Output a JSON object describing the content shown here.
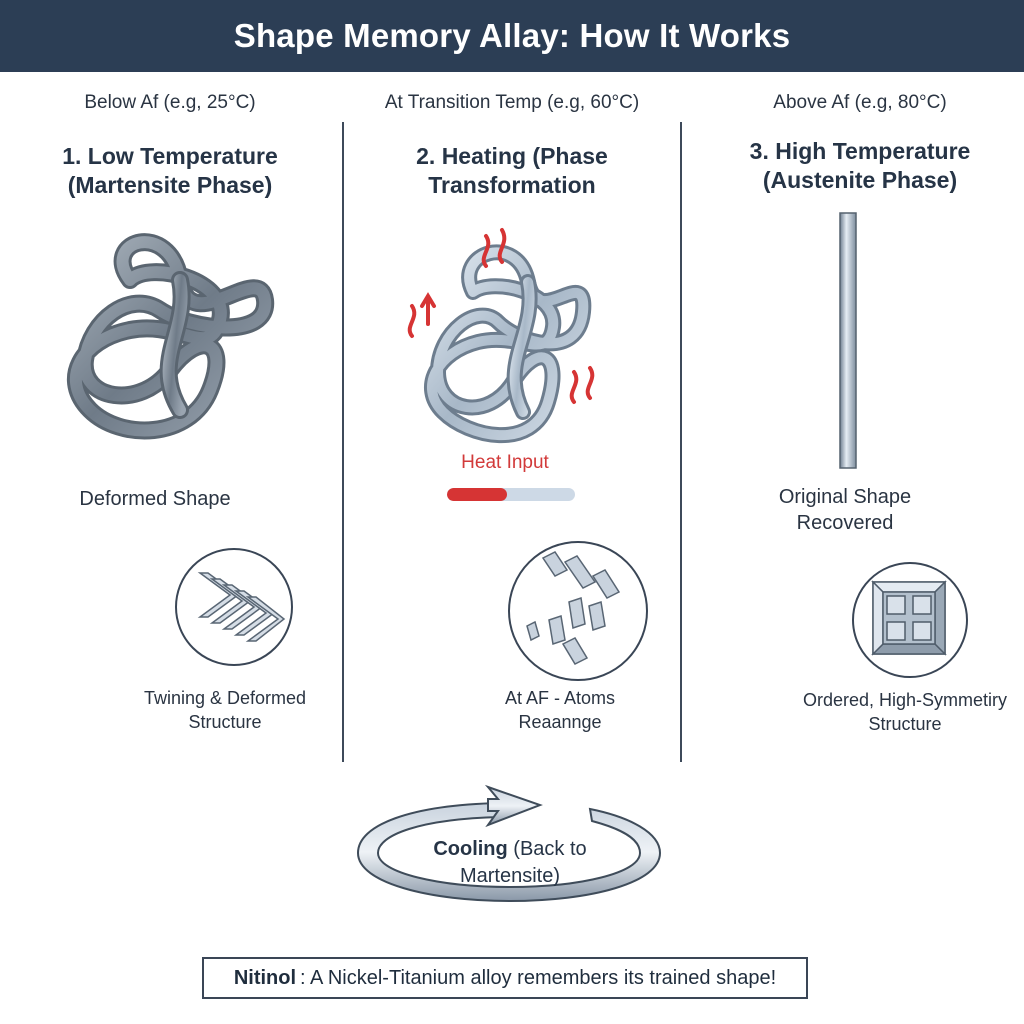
{
  "header": {
    "title": "Shape Memory Allay: How It Works"
  },
  "columns": [
    {
      "temp": "Below Af (e.g, 25°C)",
      "title_line1": "1. Low Temperature",
      "title_line2": "(Martensite Phase)",
      "caption": "Deformed Shape",
      "structure_line1": "Twining & Deformed",
      "structure_line2": "Structure"
    },
    {
      "temp": "At Transition Temp (e.g, 60°C)",
      "title_line1": "2. Heating (Phase",
      "title_line2": "Transformation",
      "heat_label": "Heat Input",
      "heat_level": 0.47,
      "structure_line1": "At AF - Atoms",
      "structure_line2": "Reaannge"
    },
    {
      "temp": "Above Af (e.g, 80°C)",
      "title_line1": "3. High Temperature",
      "title_line2": "(Austenite Phase)",
      "caption_line1": "Original Shape",
      "caption_line2": "Recovered",
      "structure_line1": "Ordered, High-Symmetiry",
      "structure_line2": "Structure"
    }
  ],
  "cycle": {
    "bold": "Cooling",
    "rest1": " (Back to",
    "line2": "Martensite)"
  },
  "footer": {
    "bold": "Nitinol",
    "text": ": A Nickel-Titanium alloy remembers its trained shape!"
  },
  "colors": {
    "header_bg": "#2c3e55",
    "wire": "#7f8c99",
    "heat": "#d63434",
    "bar_track": "#cdd9e6"
  },
  "icons": [
    "tangled-wire-icon",
    "heat-wave-icon",
    "straight-wire-icon",
    "twinned-lattice-icon",
    "rearranging-atoms-icon",
    "cubic-lattice-icon",
    "cycle-arrow-icon"
  ]
}
